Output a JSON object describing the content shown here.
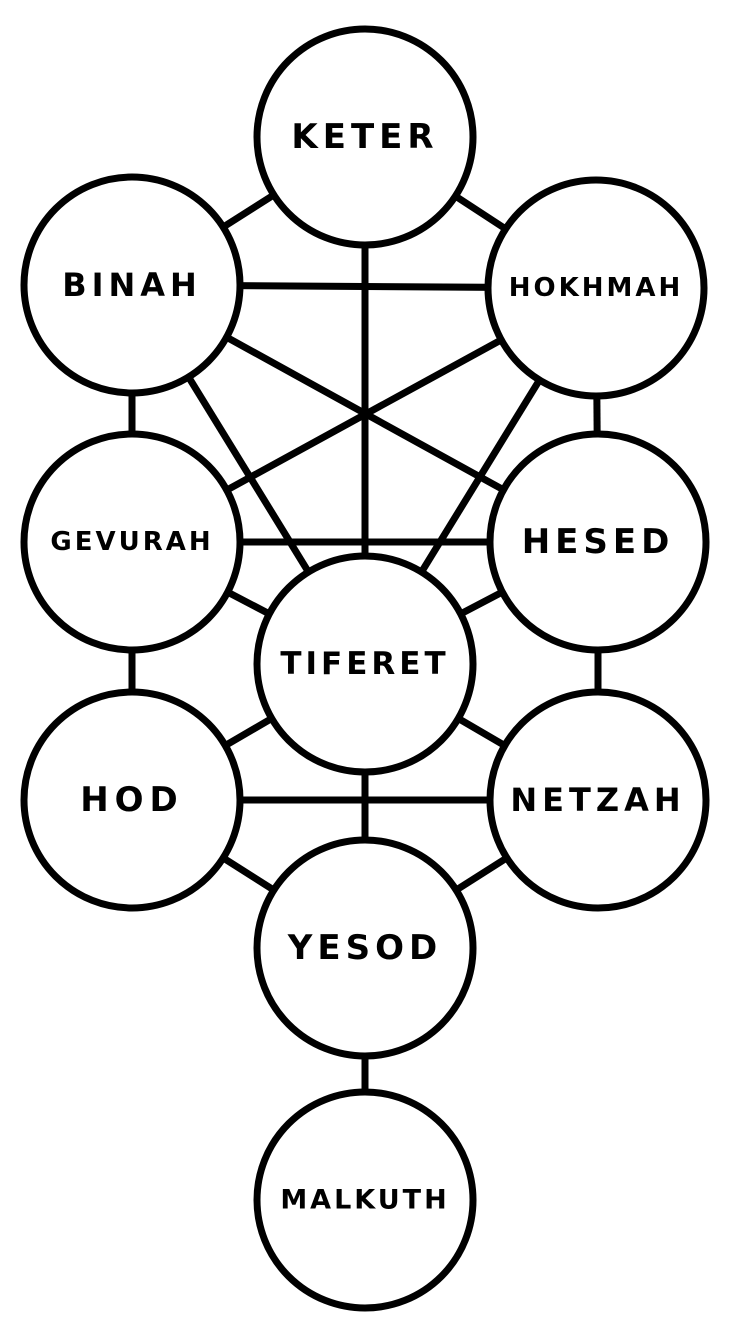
{
  "colors": {
    "stroke": "#000000",
    "background": "#ffffff"
  },
  "sefirot": [
    {
      "id": "keter",
      "label": "KETER"
    },
    {
      "id": "binah",
      "label": "BINAH"
    },
    {
      "id": "hokhmah",
      "label": "HOKHMAH"
    },
    {
      "id": "gevurah",
      "label": "GEVURAH"
    },
    {
      "id": "hesed",
      "label": "HESED"
    },
    {
      "id": "tiferet",
      "label": "TIFERET"
    },
    {
      "id": "hod",
      "label": "HOD"
    },
    {
      "id": "netzah",
      "label": "NETZAH"
    },
    {
      "id": "yesod",
      "label": "YESOD"
    },
    {
      "id": "malkuth",
      "label": "MALKUTH"
    }
  ],
  "paths": [
    [
      "keter",
      "binah"
    ],
    [
      "keter",
      "hokhmah"
    ],
    [
      "keter",
      "tiferet"
    ],
    [
      "binah",
      "hokhmah"
    ],
    [
      "binah",
      "gevurah"
    ],
    [
      "binah",
      "tiferet"
    ],
    [
      "binah",
      "hesed"
    ],
    [
      "hokhmah",
      "hesed"
    ],
    [
      "hokhmah",
      "tiferet"
    ],
    [
      "hokhmah",
      "gevurah"
    ],
    [
      "gevurah",
      "hesed"
    ],
    [
      "gevurah",
      "tiferet"
    ],
    [
      "gevurah",
      "hod"
    ],
    [
      "hesed",
      "tiferet"
    ],
    [
      "hesed",
      "netzah"
    ],
    [
      "tiferet",
      "hod"
    ],
    [
      "tiferet",
      "netzah"
    ],
    [
      "tiferet",
      "yesod"
    ],
    [
      "hod",
      "netzah"
    ],
    [
      "hod",
      "yesod"
    ],
    [
      "netzah",
      "yesod"
    ],
    [
      "yesod",
      "malkuth"
    ]
  ]
}
